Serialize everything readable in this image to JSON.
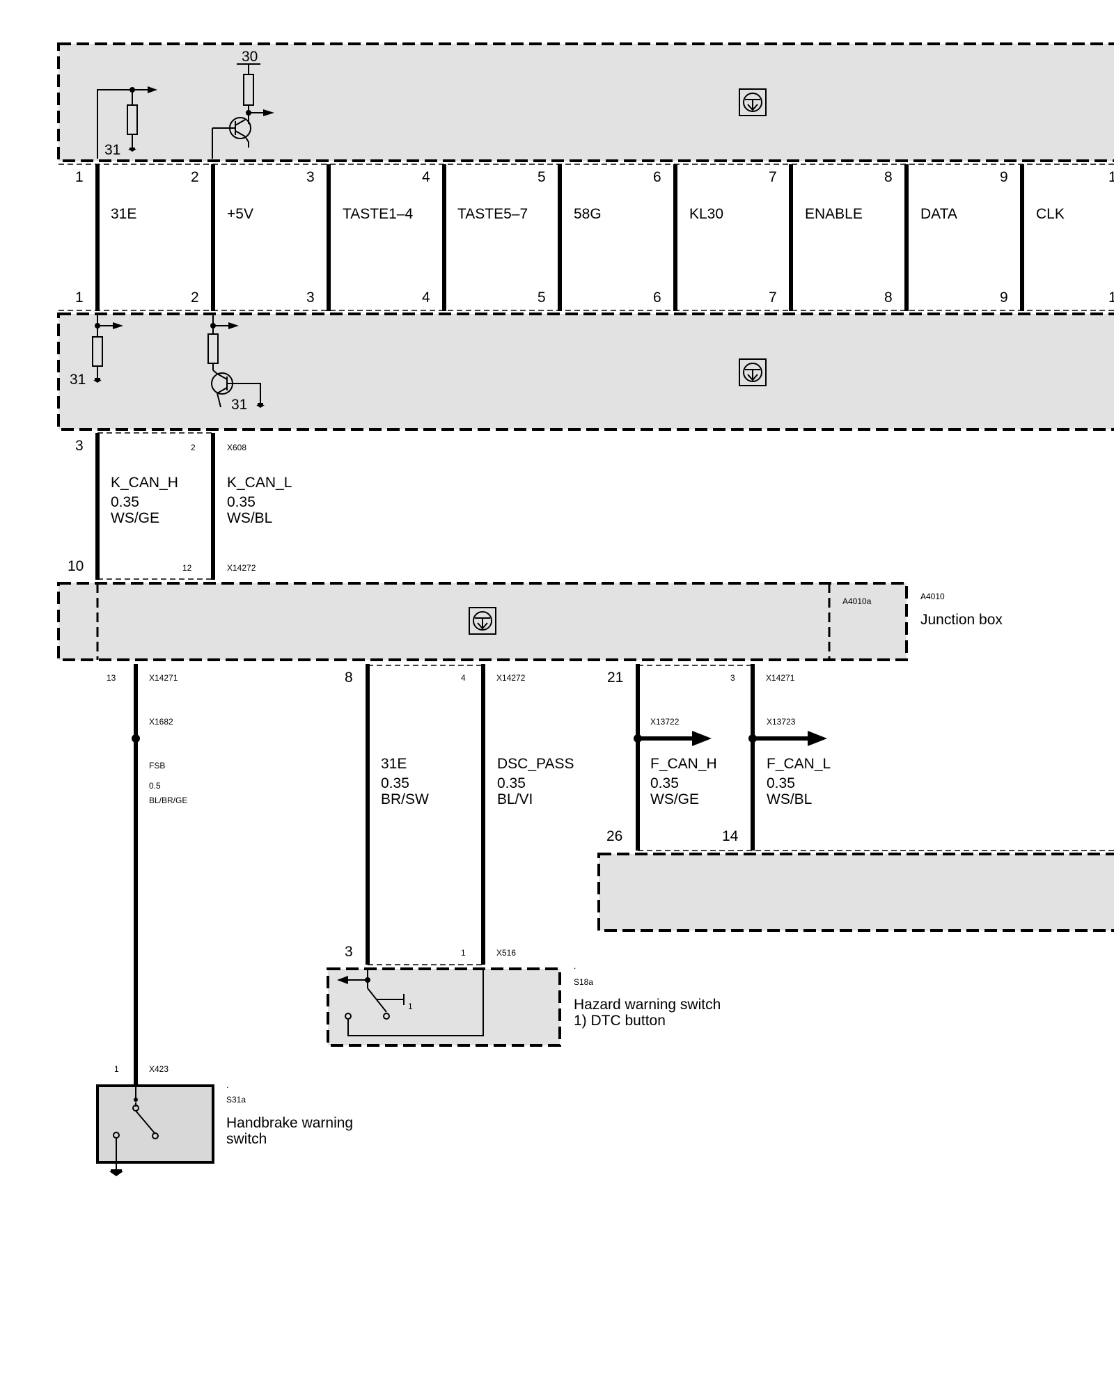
{
  "module_top": {
    "label_30": "30",
    "label_31": "31",
    "pins": [
      "1",
      "2",
      "3",
      "4",
      "5",
      "6",
      "7",
      "8",
      "9",
      "1"
    ],
    "signals": [
      "31E",
      "+5V",
      "TASTE1–4",
      "TASTE5–7",
      "58G",
      "KL30",
      "ENABLE",
      "DATA",
      "CLK"
    ]
  },
  "module_mid": {
    "pins": [
      "1",
      "2",
      "3",
      "4",
      "5",
      "6",
      "7",
      "8",
      "9",
      "1"
    ],
    "label_31_a": "31",
    "label_31_b": "31",
    "out_pin_3": "3",
    "out_pin_2": "2",
    "connector": "X608"
  },
  "kcan": {
    "h_name": "K_CAN_H",
    "h_size": "0.35",
    "h_color": "WS/GE",
    "l_name": "K_CAN_L",
    "l_size": "0.35",
    "l_color": "WS/BL",
    "in_pin_10": "10",
    "in_pin_12": "12",
    "connector": "X14272"
  },
  "junction_box": {
    "id": "A4010",
    "sub_id": "A4010a",
    "name": "Junction box",
    "dot": ".",
    "pin_13": "13",
    "conn_13": "X14271",
    "pin_8": "8",
    "pin_4": "4",
    "conn_4": "X14272",
    "pin_21": "21",
    "pin_3": "3",
    "conn_3": "X14271"
  },
  "fsb_wire": {
    "splice": "X1682",
    "name": "FSB",
    "size": "0.5",
    "color": "BL/BR/GE"
  },
  "wire_31e": {
    "name": "31E",
    "size": "0.35",
    "color": "BR/SW"
  },
  "wire_dsc": {
    "name": "DSC_PASS",
    "size": "0.35",
    "color": "BL/VI"
  },
  "fcan": {
    "h_conn": "X13722",
    "h_name": "F_CAN_H",
    "h_size": "0.35",
    "h_color": "WS/GE",
    "l_conn": "X13723",
    "l_name": "F_CAN_L",
    "l_size": "0.35",
    "l_color": "WS/BL",
    "pin_26": "26",
    "pin_14": "14"
  },
  "hazard_switch": {
    "dot": ".",
    "id": "S18a",
    "title": "Hazard warning switch",
    "subtitle": "1) DTC button",
    "pin_3": "3",
    "pin_1": "1",
    "connector": "X516",
    "inner_1": "1"
  },
  "handbrake_switch": {
    "dot": ".",
    "id": "S31a",
    "title_line1": "Handbrake warning",
    "title_line2": "switch",
    "pin_1": "1",
    "connector": "X423"
  }
}
